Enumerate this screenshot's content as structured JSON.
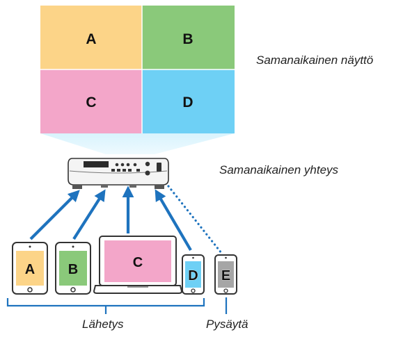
{
  "screen": {
    "quadrants": [
      {
        "label": "A",
        "color": "#fcd488"
      },
      {
        "label": "B",
        "color": "#8ac97a"
      },
      {
        "label": "C",
        "color": "#f3a6c9"
      },
      {
        "label": "D",
        "color": "#6ed0f5"
      }
    ],
    "caption": "Samanaikainen näyttö"
  },
  "projector": {
    "caption": "Samanaikainen yhteys"
  },
  "devices": [
    {
      "label": "A",
      "type": "tablet",
      "screen_color": "#fcd488"
    },
    {
      "label": "B",
      "type": "tablet",
      "screen_color": "#8ac97a"
    },
    {
      "label": "C",
      "type": "laptop",
      "screen_color": "#f3a6c9"
    },
    {
      "label": "D",
      "type": "phone",
      "screen_color": "#6ed0f5"
    },
    {
      "label": "E",
      "type": "phone",
      "screen_color": "#a6a6a6"
    }
  ],
  "groups": {
    "send_label": "Lähetys",
    "stop_label": "Pysäytä"
  },
  "colors": {
    "arrow": "#1e73be",
    "device_frame": "#444444",
    "beam": "#cdeefb"
  }
}
